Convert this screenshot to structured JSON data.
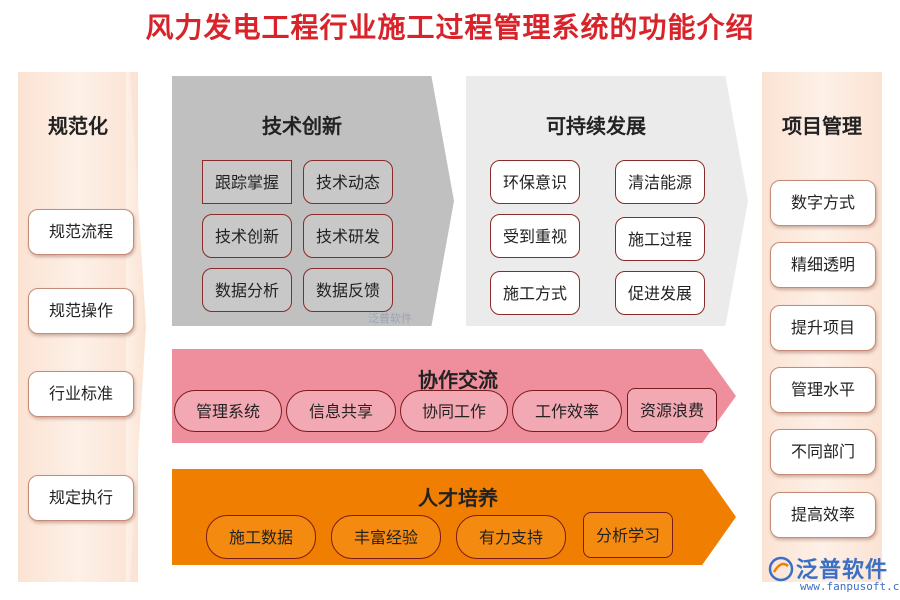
{
  "title": "风力发电工程行业施工过程管理系统的功能介绍",
  "left_column": {
    "title": "规范化",
    "items": [
      "规范流程",
      "规范操作",
      "行业标准",
      "规定执行"
    ]
  },
  "tech_panel": {
    "title": "技术创新",
    "items": [
      "跟踪掌握",
      "技术动态",
      "技术创新",
      "技术研发",
      "数据分析",
      "数据反馈"
    ]
  },
  "sustain_panel": {
    "title": "可持续发展",
    "items": [
      "环保意识",
      "清洁能源",
      "受到重视",
      "施工过程",
      "施工方式",
      "促进发展"
    ]
  },
  "right_column": {
    "title": "项目管理",
    "items": [
      "数字方式",
      "精细透明",
      "提升项目",
      "管理水平",
      "不同部门",
      "提高效率"
    ]
  },
  "collab_band": {
    "title": "协作交流",
    "items": [
      "管理系统",
      "信息共享",
      "协同工作",
      "工作效率",
      "资源浪费"
    ]
  },
  "talent_band": {
    "title": "人才培养",
    "items": [
      "施工数据",
      "丰富经验",
      "有力支持",
      "分析学习"
    ]
  },
  "watermark_small": "泛普软件",
  "logo": {
    "name": "泛普软件",
    "url": "www.fanpusoft.com"
  },
  "colors": {
    "title": "#d8232a",
    "side_bg": "#fbe3d3",
    "tech_bg": "#c0c0c0",
    "sustain_bg": "#ebebeb",
    "collab_bg": "#ef8f9e",
    "talent_bg": "#f07e00",
    "logo": "#3a6fc4"
  }
}
